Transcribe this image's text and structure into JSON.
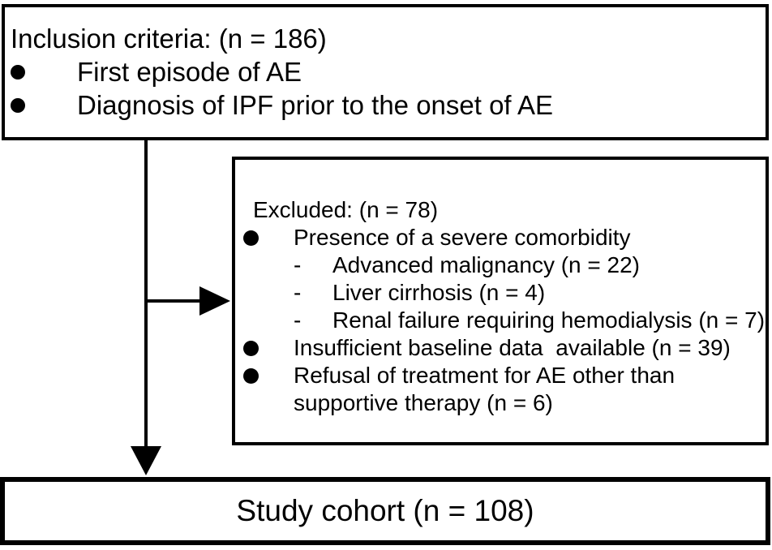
{
  "inclusion_box": {
    "title": "Inclusion criteria: (n = 186)",
    "bullets": [
      "First episode of AE",
      "Diagnosis of IPF prior to the onset of AE"
    ]
  },
  "excluded_box": {
    "title": "Excluded: (n = 78)",
    "items": [
      {
        "label": "Presence of a severe comorbidity",
        "sub_items": [
          "Advanced malignancy (n = 22)",
          "Liver cirrhosis (n = 4)",
          "Renal failure requiring hemodialysis (n = 7)"
        ]
      },
      {
        "label": "Insufficient baseline data  available (n = 39)"
      },
      {
        "label": "Refusal of treatment for AE other than supportive therapy (n = 6)"
      }
    ],
    "dash": "-"
  },
  "cohort_box": {
    "title": "Study cohort (n = 108)"
  },
  "colors": {
    "ink": "#000000",
    "background": "#ffffff"
  }
}
